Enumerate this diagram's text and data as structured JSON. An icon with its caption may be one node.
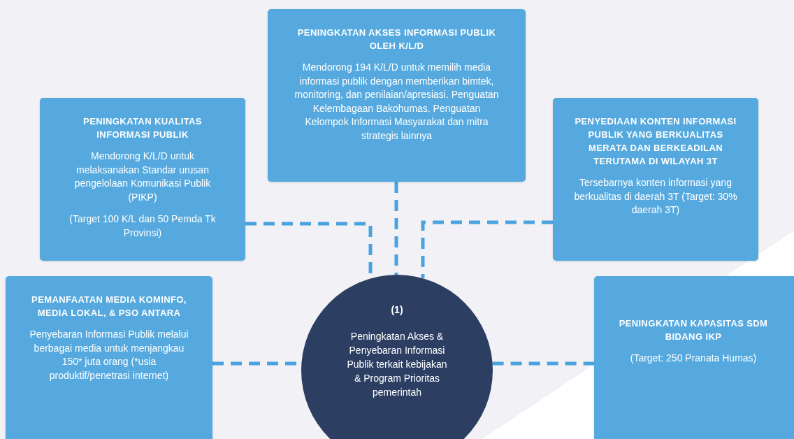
{
  "diagram": {
    "nodes": [
      {
        "text": [
          "PENINGKATAN AKSES INFORMASI PUBLIK OLEH K/L/D",
          "Mendorong 194 K/L/D untuk memilih media informasi publik dengan memberikan bimtek, monitoring, dan penilaian/apresiasi. Penguatan Kelembagaan Bakohumas. Penguatan Kelompok Informasi Masyarakat dan mitra strategis lainnya"
        ]
      },
      {
        "text": [
          "PENINGKATAN KUALITAS INFORMASI PUBLIK",
          "Mendorong K/L/D untuk melaksanakan Standar urusan pengelolaan Komunikasi Publik (PIKP)",
          "(Target 100 K/L dan 50 Pemda Tk Provinsi)"
        ]
      },
      {
        "text": [
          "PENYEDIAAN KONTEN INFORMASI PUBLIK YANG BERKUALITAS MERATA DAN BERKEADILAN TERUTAMA DI WILAYAH 3T",
          "Tersebarnya konten informasi yang berkualitas di daerah 3T (Target: 30% daerah 3T)"
        ]
      },
      {
        "text": [
          "PEMANFAATAN MEDIA KOMINFO, MEDIA LOKAL, & PSO ANTARA",
          "Penyebaran Informasi Publik melalui berbagai media untuk menjangkau 150* juta orang (*usia produktif/penetrasi internet)"
        ]
      },
      {
        "text": [
          "(1)",
          "Peningkatan Akses & Penyebaran Informasi Publik terkait kebijakan & Program Prioritas pemerintah"
        ]
      },
      {
        "text": [
          "PENINGKATAN KAPASITAS SDM BIDANG IKP",
          "(Target: 250 Pranata Humas)"
        ]
      }
    ],
    "edges": [
      {
        "from": 0,
        "to": 4,
        "arrow": "none",
        "style": "dashed"
      },
      {
        "from": 1,
        "to": 4,
        "arrow": "none",
        "style": "dashed"
      },
      {
        "from": 2,
        "to": 4,
        "arrow": "none",
        "style": "dashed"
      },
      {
        "from": 3,
        "to": 4,
        "arrow": "none",
        "style": "dashed"
      },
      {
        "from": 4,
        "to": 5,
        "arrow": "none",
        "style": "dashed"
      }
    ]
  }
}
